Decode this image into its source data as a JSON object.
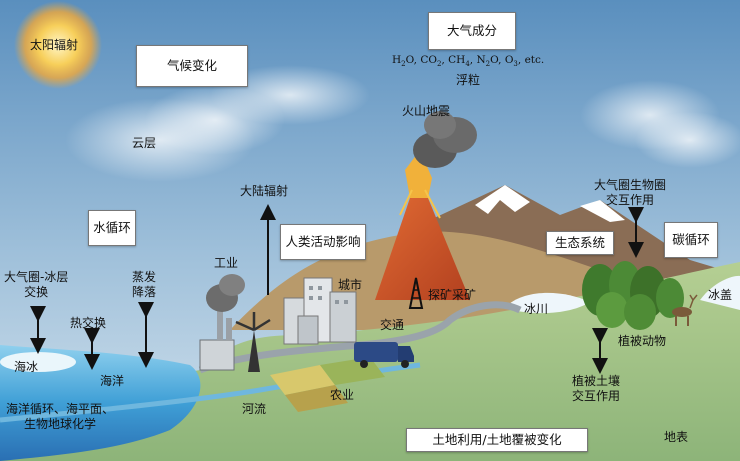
{
  "labels": {
    "solar_radiation": "太阳辐射",
    "climate_change": "气候变化",
    "atmosphere_composition": "大气成分",
    "aerosols": "浮粒",
    "clouds": "云层",
    "volcano_earthquake": "火山地震",
    "water_cycle": "水循环",
    "continental_radiation": "大陆辐射",
    "human_impact": "人类活动影响",
    "industry": "工业",
    "city": "城市",
    "mining": "探矿采矿",
    "transport": "交通",
    "glacier": "冰川",
    "ecosystem": "生态系统",
    "carbon_cycle": "碳循环",
    "atmo_biosphere_line1": "大气圈生物圈",
    "atmo_biosphere_line2": "交互作用",
    "ice_cap": "冰盖",
    "atmo_cryo_line1": "大气圈-冰层",
    "atmo_cryo_line2": "交换",
    "heat_exchange": "热交换",
    "evap_line1": "蒸发",
    "evap_line2": "降落",
    "sea_ice": "海冰",
    "ocean": "海洋",
    "ocean_cycle_line1": "海洋循环、海平面、",
    "ocean_cycle_line2": "生物地球化学",
    "river": "河流",
    "agriculture": "农业",
    "vegetation_animals": "植被动物",
    "veg_soil_line1": "植被土壤",
    "veg_soil_line2": "交互作用",
    "land_use": "土地利用/土地覆被变化",
    "land_surface": "地表"
  },
  "gases": {
    "h2o": "H",
    "h2o_sub": "2",
    "h2o_end": "O, ",
    "co2": "CO",
    "co2_sub": "2",
    "co2_end": ", ",
    "ch4": "CH",
    "ch4_sub": "4",
    "ch4_end": ", ",
    "n2o": "N",
    "n2o_sub": "2",
    "n2o_end": "O, ",
    "o3": "O",
    "o3_sub": "3",
    "o3_end": ", etc."
  },
  "colors": {
    "sky_top": "#5f93c0",
    "sky_bottom": "#c4d8e8",
    "sun": "#f6c34a",
    "ocean": "#4da8d8",
    "land": "#a9c48a",
    "hill": "#b79a6a",
    "volcano": "#d85a2a",
    "arrow": "#111111"
  }
}
